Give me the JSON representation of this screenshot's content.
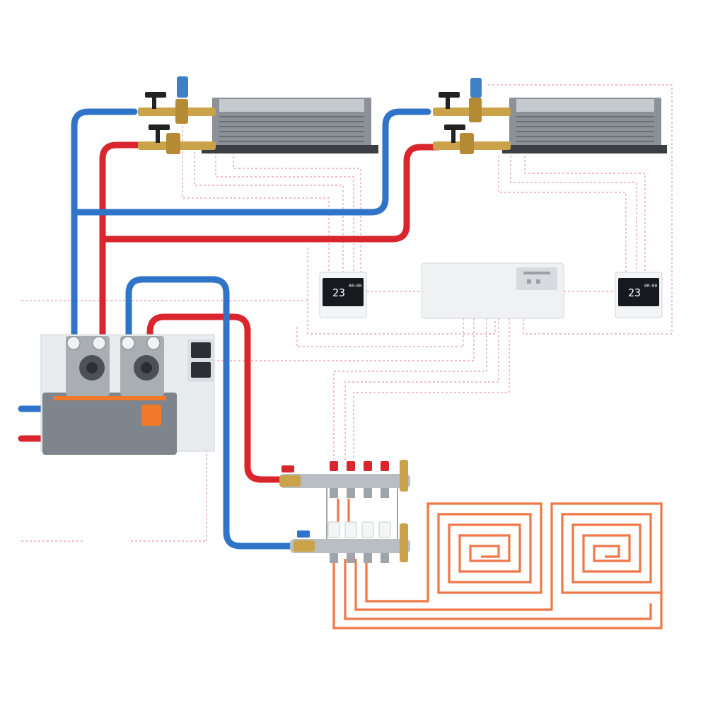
{
  "colors": {
    "background": "#ffffff",
    "supply_pipe": "#d9262c",
    "return_pipe": "#2f74c9",
    "signal_wire": "#f0a7b8",
    "floor_loop": "#f07848",
    "brass": "#c9a24a",
    "steel": "#b9bec4",
    "panel": "#e9ecef"
  },
  "icons": [
    "valve-handle-icon",
    "actuator-icon",
    "pump-motor-icon",
    "pressure-gauge-icon"
  ],
  "components": {
    "fan_coil_units": 2,
    "wall_thermostats": 2,
    "manifold_circuits": 4,
    "floor_loops": 2
  },
  "thermostats": [
    {
      "display_value": "23",
      "side_text": "00:00"
    },
    {
      "display_value": "23",
      "side_text": "00:00"
    }
  ]
}
